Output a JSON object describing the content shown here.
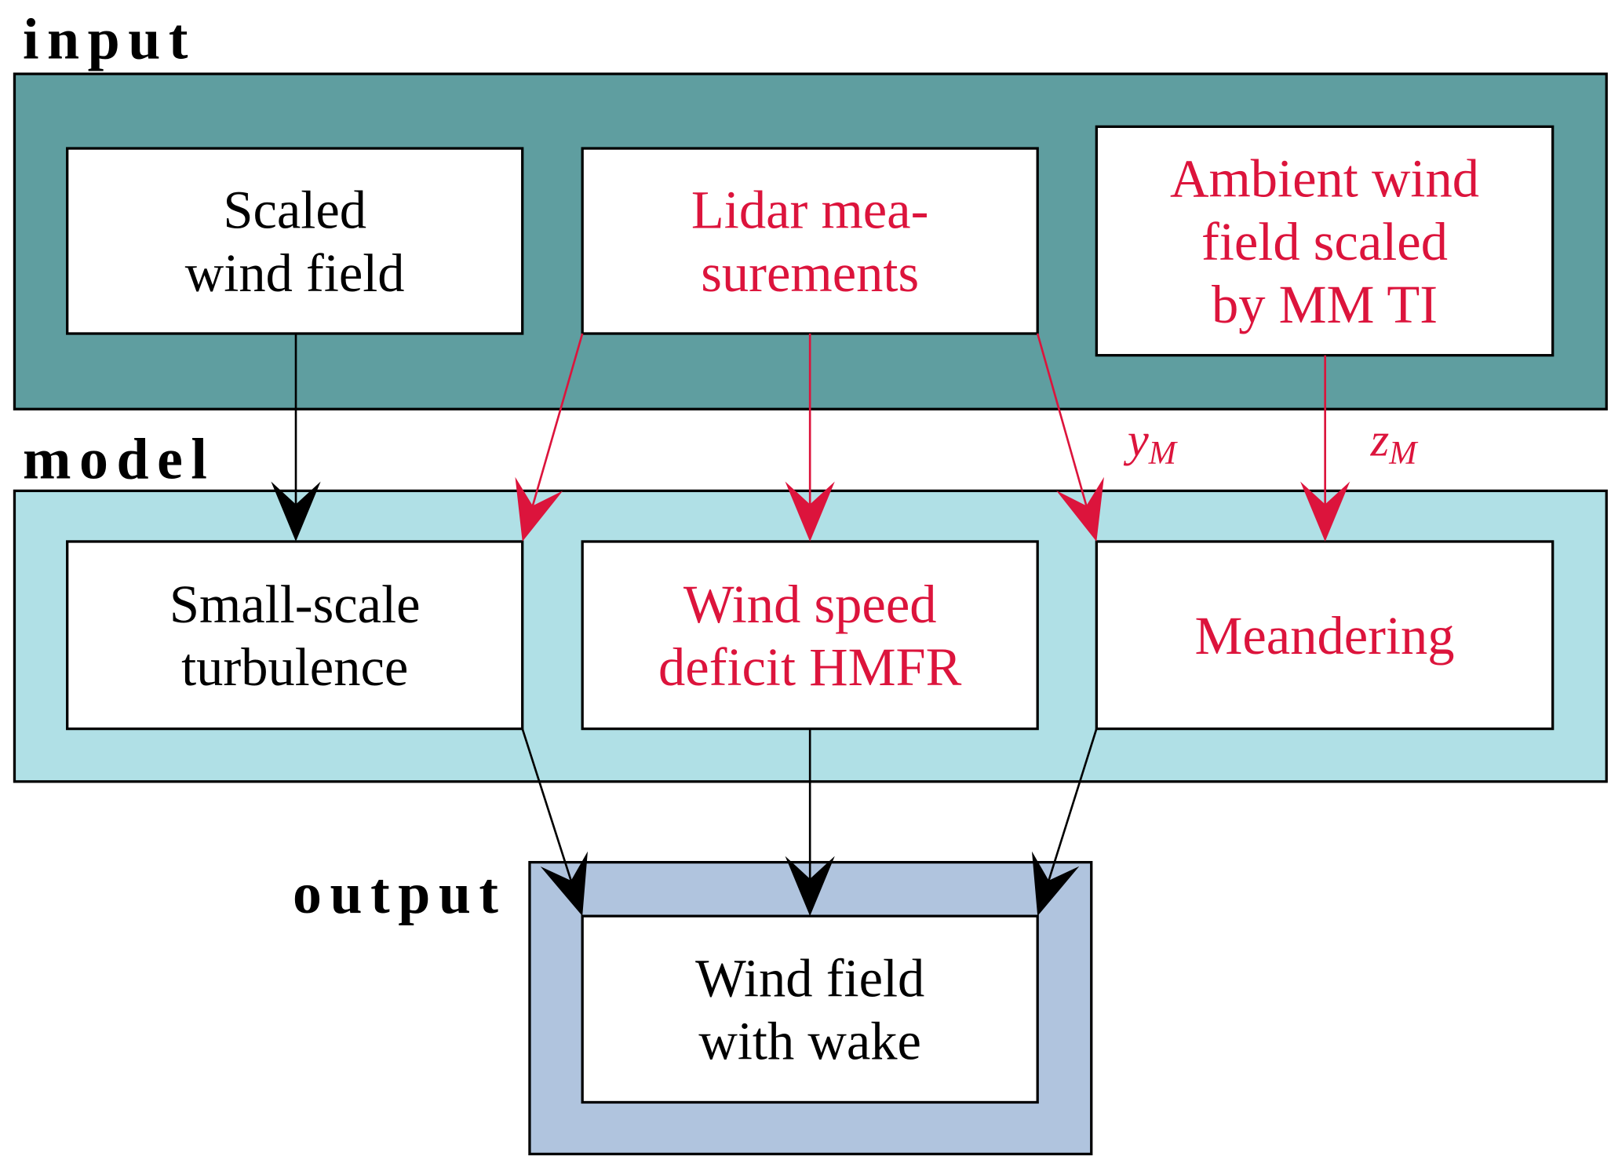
{
  "colors": {
    "input_bg": "#5F9EA0",
    "model_bg": "#B0E0E6",
    "output_bg": "#B0C4DE",
    "highlight": "#DC143C",
    "default": "#000000"
  },
  "sections": {
    "input": {
      "label": "input"
    },
    "model": {
      "label": "model"
    },
    "output": {
      "label": "output"
    }
  },
  "nodes": {
    "scaled_wind": {
      "lines": [
        "Scaled",
        "wind field"
      ],
      "highlight": false
    },
    "lidar": {
      "lines": [
        "Lidar mea-",
        "surements"
      ],
      "highlight": true
    },
    "ambient": {
      "lines": [
        "Ambient wind",
        "field scaled",
        "by MM TI"
      ],
      "highlight": true
    },
    "turbulence": {
      "lines": [
        "Small-scale",
        "turbulence"
      ],
      "highlight": false
    },
    "deficit": {
      "lines": [
        "Wind speed",
        "deficit HMFR"
      ],
      "highlight": true
    },
    "meandering": {
      "lines": [
        "Meandering"
      ],
      "highlight": true
    },
    "result": {
      "lines": [
        "Wind field",
        "with wake"
      ],
      "highlight": false
    }
  },
  "edges": [
    {
      "from": "scaled_wind",
      "to": "turbulence",
      "highlight": false,
      "label": ""
    },
    {
      "from": "lidar",
      "to": "turbulence",
      "highlight": true,
      "label": ""
    },
    {
      "from": "lidar",
      "to": "deficit",
      "highlight": true,
      "label": ""
    },
    {
      "from": "lidar",
      "to": "meandering",
      "highlight": true,
      "label": "y_M"
    },
    {
      "from": "ambient",
      "to": "meandering",
      "highlight": true,
      "label": "z_M"
    },
    {
      "from": "turbulence",
      "to": "result",
      "highlight": false,
      "label": ""
    },
    {
      "from": "deficit",
      "to": "result",
      "highlight": false,
      "label": ""
    },
    {
      "from": "meandering",
      "to": "result",
      "highlight": false,
      "label": ""
    }
  ],
  "edge_labels": {
    "y_M": {
      "base": "y",
      "sub": "M"
    },
    "z_M": {
      "base": "z",
      "sub": "M"
    }
  }
}
